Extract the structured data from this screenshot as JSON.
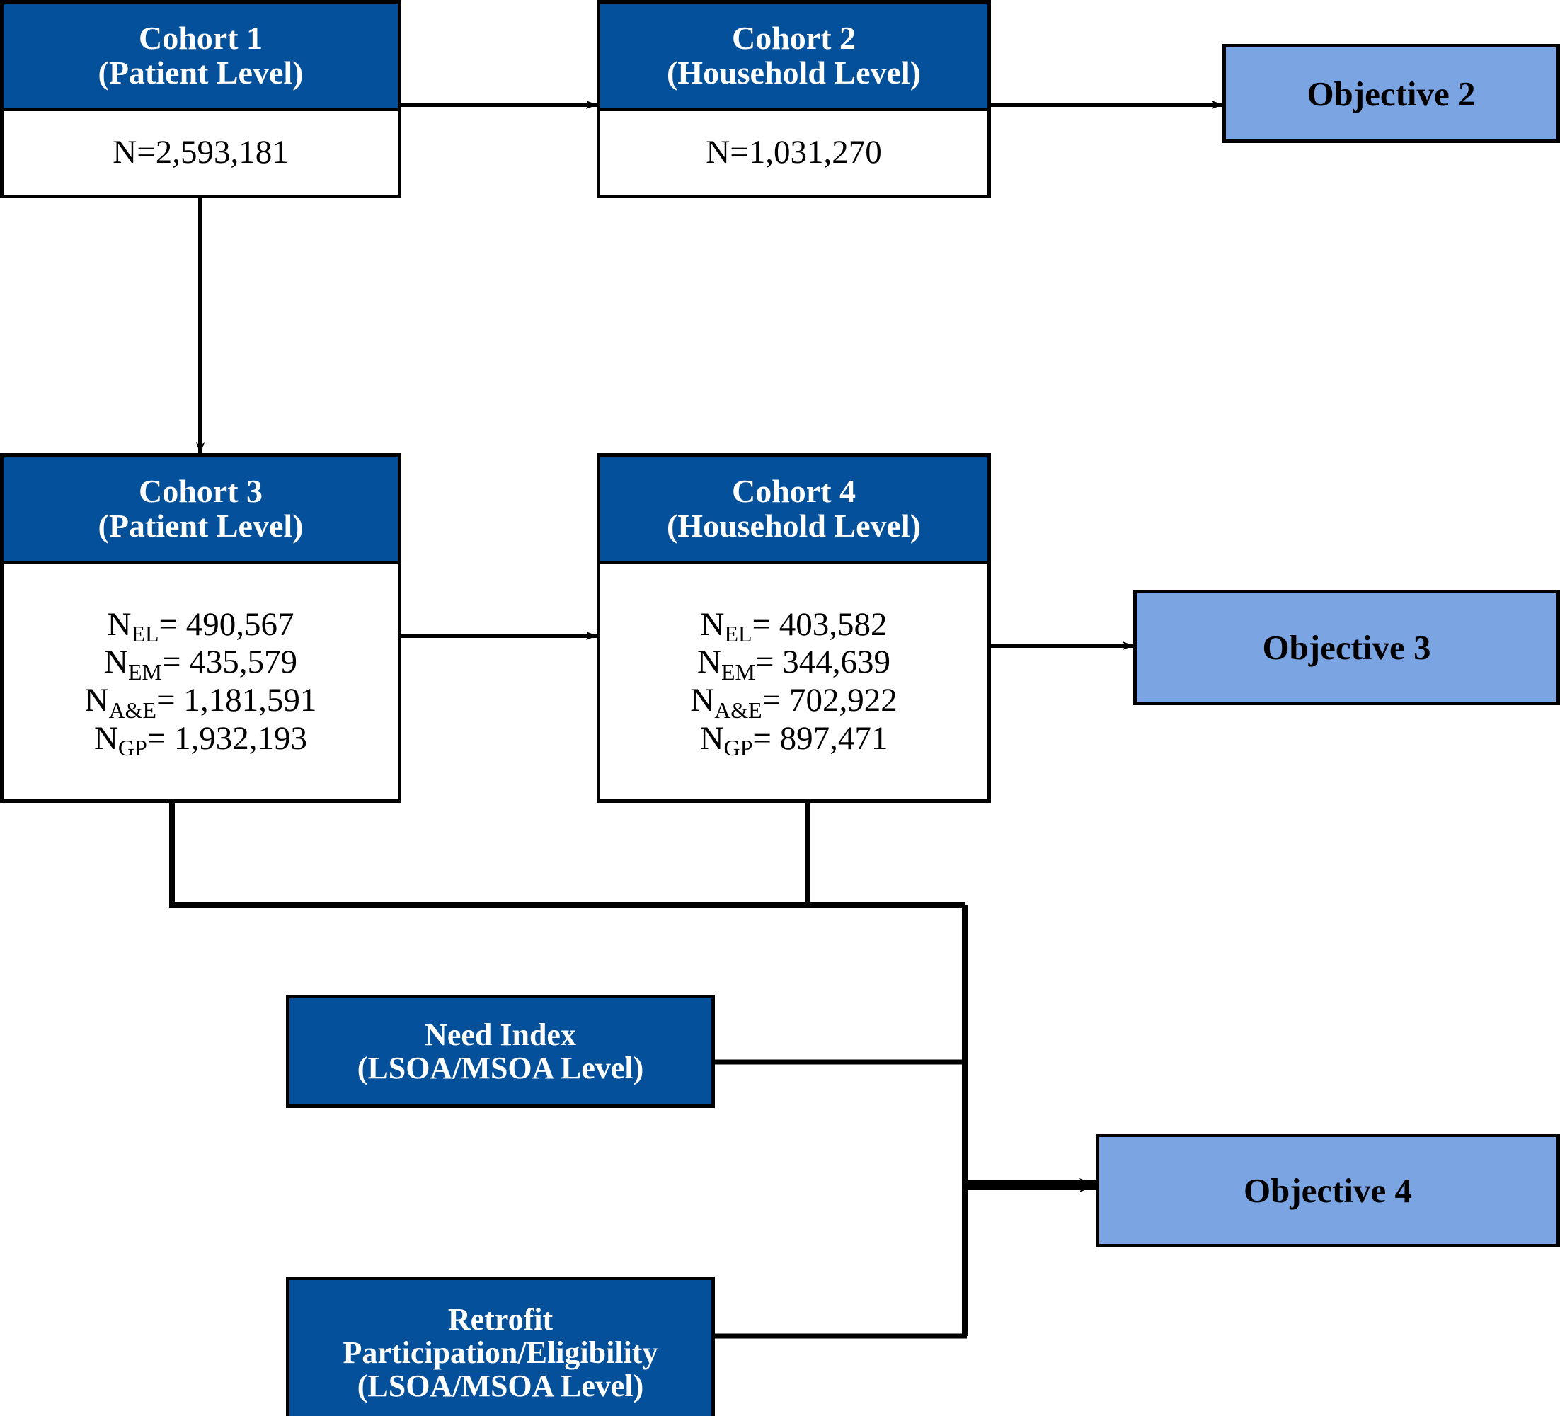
{
  "diagram": {
    "title": "Cohort derivation and study objectives flow chart",
    "colors": {
      "header_blue": "#04509B",
      "objective_blue": "#7BA4E3",
      "outline": "#000000",
      "box_fill": "#FFFFFF"
    }
  },
  "nodes": {
    "cohort1": {
      "title_line1": "Cohort 1",
      "title_line2": "(Patient Level)",
      "count": "N=2,593,181"
    },
    "cohort2": {
      "title_line1": "Cohort 2",
      "title_line2": "(Household Level)",
      "count": "N=1,031,270"
    },
    "cohort3": {
      "title_line1": "Cohort 3",
      "title_line2": "(Patient Level)",
      "stats": [
        {
          "symbol": "N",
          "subscript": "EL",
          "value": "= 490,567"
        },
        {
          "symbol": "N",
          "subscript": "EM",
          "value": "= 435,579"
        },
        {
          "symbol": "N",
          "subscript": "A&E",
          "value": "= 1,181,591"
        },
        {
          "symbol": "N",
          "subscript": "GP",
          "value": "= 1,932,193"
        }
      ]
    },
    "cohort4": {
      "title_line1": "Cohort 4",
      "title_line2": "(Household Level)",
      "stats": [
        {
          "symbol": "N",
          "subscript": "EL",
          "value": "= 403,582"
        },
        {
          "symbol": "N",
          "subscript": "EM",
          "value": "= 344,639"
        },
        {
          "symbol": "N",
          "subscript": "A&E",
          "value": "= 702,922"
        },
        {
          "symbol": "N",
          "subscript": "GP",
          "value": "= 897,471"
        }
      ]
    },
    "need_index": {
      "line1": "Need Index",
      "line2": "(LSOA/MSOA Level)"
    },
    "retrofit": {
      "line1": "Retrofit",
      "line2": "Participation/Eligibility",
      "line3": "(LSOA/MSOA Level)"
    },
    "objective2": {
      "label": "Objective 2"
    },
    "objective3": {
      "label": "Objective 3"
    },
    "objective4": {
      "label": "Objective 4"
    }
  },
  "edges": [
    {
      "id": "c1-to-c2",
      "from": "cohort1",
      "to": "cohort2",
      "style": "arrow"
    },
    {
      "id": "c2-to-obj2",
      "from": "cohort2",
      "to": "objective2",
      "style": "arrow"
    },
    {
      "id": "c1-to-c3",
      "from": "cohort1",
      "to": "cohort3",
      "style": "arrow"
    },
    {
      "id": "c3-to-c4",
      "from": "cohort3",
      "to": "cohort4",
      "style": "arrow"
    },
    {
      "id": "c4-to-obj3",
      "from": "cohort4",
      "to": "objective3",
      "style": "arrow"
    },
    {
      "id": "c3-to-obj4",
      "from": "cohort3",
      "to": "objective4",
      "style": "elbow"
    },
    {
      "id": "c4-to-obj4",
      "from": "cohort4",
      "to": "objective4",
      "style": "elbow"
    },
    {
      "id": "need-to-obj4",
      "from": "need_index",
      "to": "objective4",
      "style": "elbow"
    },
    {
      "id": "retrofit-to-obj4",
      "from": "retrofit",
      "to": "objective4",
      "style": "elbow"
    }
  ]
}
